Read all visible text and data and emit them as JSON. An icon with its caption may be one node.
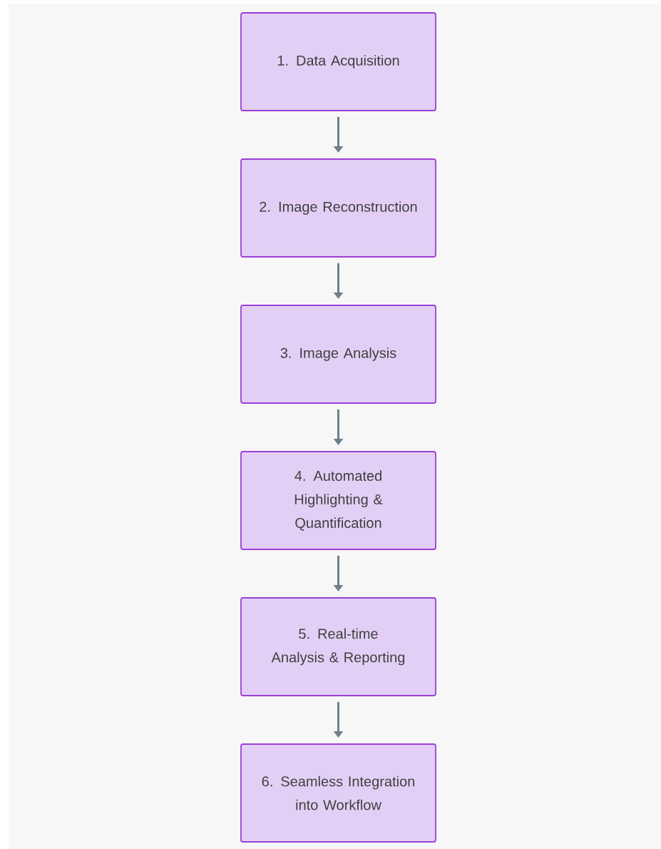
{
  "diagram": {
    "nodes": [
      {
        "text": [
          "1. Data Acquisition"
        ]
      },
      {
        "text": [
          "2. Image Reconstruction"
        ]
      },
      {
        "text": [
          "3. Image Analysis"
        ]
      },
      {
        "text": [
          "4. Automated Highlighting & Quantification"
        ]
      },
      {
        "text": [
          "5. Real-time Analysis & Reporting"
        ]
      },
      {
        "text": [
          "6. Seamless Integration into Workflow"
        ]
      }
    ],
    "edges": [
      {
        "from": 0,
        "to": 1,
        "arrow": "to"
      },
      {
        "from": 1,
        "to": 2,
        "arrow": "to"
      },
      {
        "from": 2,
        "to": 3,
        "arrow": "to"
      },
      {
        "from": 3,
        "to": 4,
        "arrow": "to"
      },
      {
        "from": 4,
        "to": 5,
        "arrow": "to"
      }
    ]
  }
}
